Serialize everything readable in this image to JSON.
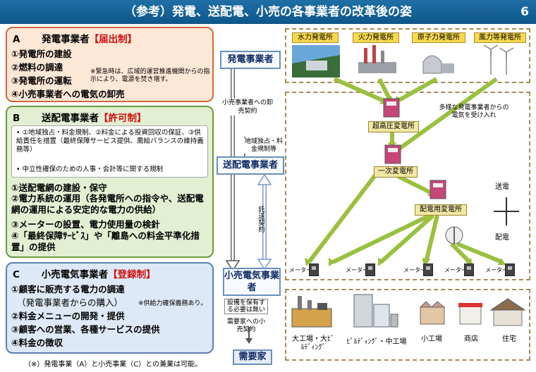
{
  "header": {
    "title": "（参考）発電、送配電、小売の各事業者の改革後の姿",
    "page_number": "6"
  },
  "panel_a": {
    "letter": "A",
    "title": "発電事業者",
    "regime": "【届出制】",
    "items": [
      "①発電所の建設",
      "②燃料の調達",
      "③発電所の運転",
      "④小売事業者への電気の卸売"
    ],
    "note": "※緊急時は、広域的運営推進機関からの指示により、電源を焚き増す。"
  },
  "panel_b": {
    "letter": "B",
    "title": "送配電事業者",
    "regime": "【許可制】",
    "bullets": [
      "①地域独占・料金規制、②料金による投資回収の保証、③供給責任を措置（最終保障サービス提供、需給バランスの維持義務等）",
      "中立性確保のための人事・会計等に関する規制"
    ],
    "items": [
      "①送配電網の建設・保守",
      "②電力系統の運用（各発電所への指令や、送配電網の運用による安定的な電力の供給）",
      "③メーターの設置、電力使用量の検針",
      "④「最終保障ｻｰﾋﾞｽ」や「離島への料金平準化措置」の提供"
    ]
  },
  "panel_c": {
    "letter": "C",
    "title": "小売電気事業者",
    "regime": "【登録制】",
    "items": [
      "①顧客に販売する電力の調達",
      "（発電事業者からの購入）",
      "②料金メニューの開発・提供",
      "③顧客への営業、各種サービスの提供",
      "④料金の徴収"
    ],
    "item1_note": "※供給力確保義務あり。"
  },
  "footnote": "（※）発電事業（A）と小売事業（C）との兼業は可能。",
  "center": {
    "generator": "発電事業者",
    "wholesale": "小売事業者への卸売契約",
    "regulation": "地域独占・料金規制等",
    "transmission": "送配電事業者",
    "wheeling": "託送契約",
    "retailer": "小売電気事業者",
    "no_facility": "設備を保有する必要は無い",
    "retail_contract": "需要家への小売契約",
    "consumer": "需要家"
  },
  "diagram": {
    "plants": [
      "水力発電所",
      "火力発電所",
      "原子力発電所",
      "風力等発電所"
    ],
    "ultra_high": "超高圧変電所",
    "primary": "一次変電所",
    "distribution": "配電用変電所",
    "various_note": "多様な発電事業者からの電気を受け入れ",
    "transmission_label": "送電",
    "distribution_label": "配電",
    "meter": "メーター",
    "consumers": [
      "大工場・大ﾋﾞﾙﾃﾞｨﾝｸﾞ",
      "ﾋﾞﾙﾃﾞｨﾝｸﾞ・中工場",
      "小工場",
      "商店",
      "住宅"
    ]
  },
  "colors": {
    "title_bar": "#1a6499",
    "regime_red": "#d01010",
    "arrow_green": "#9bc03f"
  }
}
